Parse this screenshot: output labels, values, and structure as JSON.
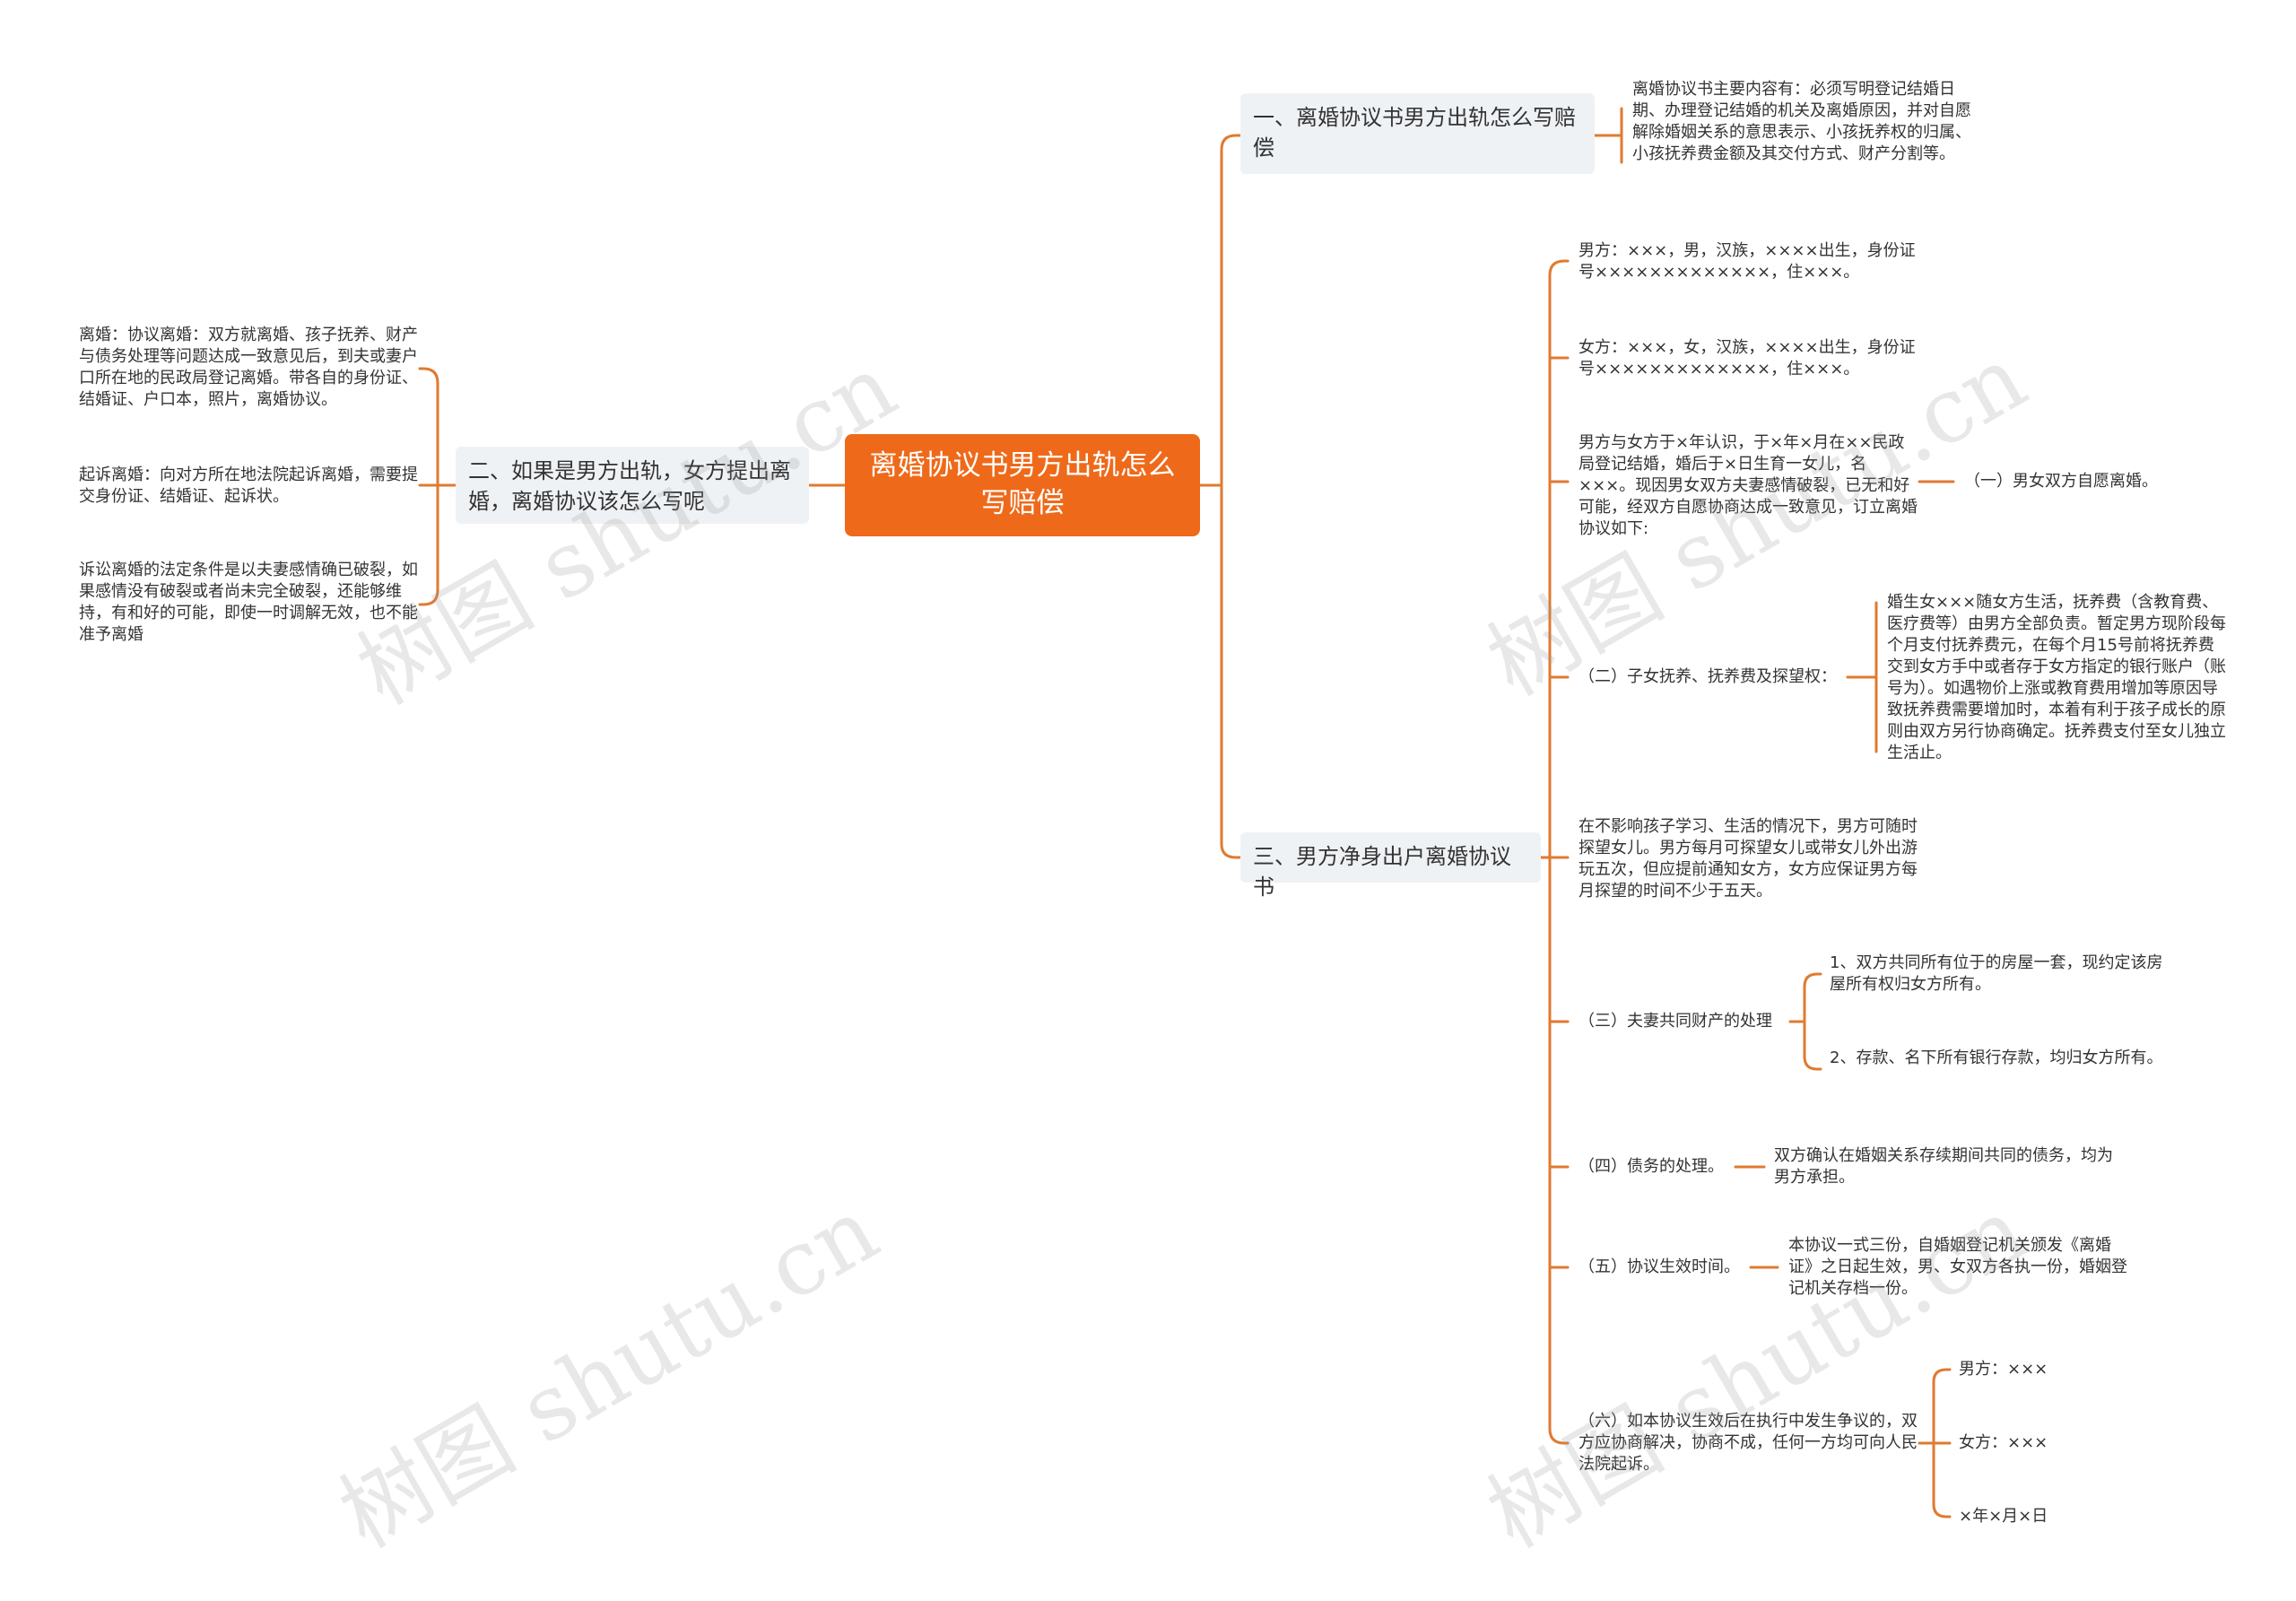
{
  "root": "离婚协议书男方出轨怎么写赔偿",
  "b1": {
    "title": "一、离婚协议书男方出轨怎么写赔偿",
    "note": "离婚协议书主要内容有：必须写明登记结婚日期、办理登记结婚的机关及离婚原因，并对自愿解除婚姻关系的意思表示、小孩抚养权的归属、小孩抚养费金额及其交付方式、财产分割等。"
  },
  "b2": {
    "title": "二、如果是男方出轨，女方提出离婚，离婚协议该怎么写呢",
    "items": [
      "离婚：协议离婚：双方就离婚、孩子抚养、财产与债务处理等问题达成一致意见后，到夫或妻户口所在地的民政局登记离婚。带各自的身份证、结婚证、户口本，照片，离婚协议。",
      "起诉离婚：向对方所在地法院起诉离婚，需要提交身份证、结婚证、起诉状。",
      "诉讼离婚的法定条件是以夫妻感情确已破裂，如果感情没有破裂或者尚未完全破裂，还能够维持，有和好的可能，即使一时调解无效，也不能准予离婚"
    ]
  },
  "b3": {
    "title": "三、男方净身出户离婚协议书",
    "man": "男方：×××，男，汉族，××××出生，身份证号×××××××××××××，住×××。",
    "woman": "女方：×××，女，汉族，××××出生，身份证号×××××××××××××，住×××。",
    "story": "男方与女方于×年认识，于×年×月在××民政局登记结婚，婚后于×日生育一女儿，名×××。现因男女双方夫妻感情破裂，已无和好可能，经双方自愿协商达成一致意见，订立离婚协议如下:",
    "s1": "（一）男女双方自愿离婚。",
    "s2": "（二）子女抚养、抚养费及探望权：",
    "s2_detail": "婚生女×××随女方生活，抚养费（含教育费、医疗费等）由男方全部负责。暂定男方现阶段每个月支付抚养费元，在每个月15号前将抚养费交到女方手中或者存于女方指定的银行账户（账号为）。如遇物价上涨或教育费用增加等原因导致抚养费需要增加时，本着有利于孩子成长的原则由双方另行协商确定。抚养费支付至女儿独立生活止。",
    "visit": "在不影响孩子学习、生活的情况下，男方可随时探望女儿。男方每月可探望女儿或带女儿外出游玩五次，但应提前通知女方，女方应保证男方每月探望的时间不少于五天。",
    "s3": "（三）夫妻共同财产的处理",
    "s3_a": "1、双方共同所有位于的房屋一套，现约定该房屋所有权归女方所有。",
    "s3_b": "2、存款、名下所有银行存款，均归女方所有。",
    "s4": "（四）债务的处理。",
    "s4_detail": "双方确认在婚姻关系存续期间共同的债务，均为男方承担。",
    "s5": "（五）协议生效时间。",
    "s5_detail": "本协议一式三份，自婚姻登记机关颁发《离婚证》之日起生效，男、女双方各执一份，婚姻登记机关存档一份。",
    "s6": "（六）如本协议生效后在执行中发生争议的，双方应协商解决，协商不成，任何一方均可向人民法院起诉。",
    "s6_a": "男方：×××",
    "s6_b": "女方：×××",
    "s6_c": "×年×月×日"
  },
  "watermark": "树图 shutu.cn",
  "colors": {
    "accent": "#ee6a1a",
    "line": "#e07a30",
    "card": "#eff2f5"
  }
}
